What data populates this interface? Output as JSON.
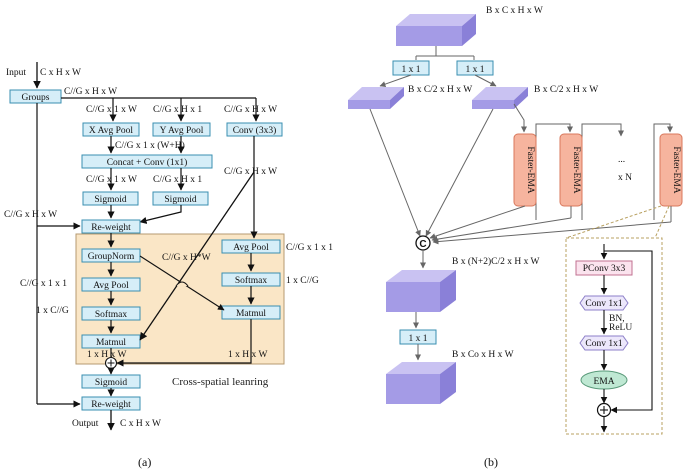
{
  "panel_a": {
    "caption": "(a)",
    "input_label": "Input",
    "input_dims": "C x H x W",
    "groups": "Groups",
    "groups_dims": "C//G x H x W",
    "x_pool_dims": "C//G x 1 x W",
    "y_pool_dims": "C//G x H x 1",
    "conv_dims": "C//G x H x W",
    "x_avg_pool": "X Avg Pool",
    "y_avg_pool": "Y Avg Pool",
    "conv3x3": "Conv (3x3)",
    "concat_dims": "C//G x 1 x (W+H)",
    "concat_conv": "Concat + Conv (1x1)",
    "sig_left_dims": "C//G x 1 x W",
    "sig_right_dims": "C//G x H x 1",
    "conv_out_dims": "C//G x H x W",
    "sigmoid": "Sigmoid",
    "reweight_in_dims": "C//G x H x W",
    "reweight": "Re-weight",
    "groupnorm": "GroupNorm",
    "gn_dims": "C//G x H*W",
    "avg_pool": "Avg Pool",
    "softmax": "Softmax",
    "matmul": "Matmul",
    "right_pool_dims": "C//G x 1 x 1",
    "right_softmax_dims": "1 x C//G",
    "left_pool_dims": "C//G x 1 x 1",
    "left_softmax_dims": "1 x C//G",
    "matmul_left_dims": "1 x H x W",
    "matmul_right_dims": "1 x H x W",
    "cross_spatial": "Cross-spatial leanring",
    "output_label": "Output",
    "output_dims": "C x H x W"
  },
  "panel_b": {
    "caption": "(b)",
    "top_dims": "B x C x H x W",
    "conv1x1": "1 x 1",
    "branch_dims": "B x C/2 x H x W",
    "faster_ema": "Faster-EMA",
    "dots": "...",
    "xn": "x N",
    "concat_symbol": "C",
    "concat_dims": "B x (N+2)C/2 x H x W",
    "out_dims": "B x Co x H x W",
    "pconv": "PConv 3x3",
    "conv1x1_small": "Conv 1x1",
    "bn": "BN,",
    "relu": "ReLU",
    "ema": "EMA",
    "plus": "+"
  },
  "colors": {
    "box_fill": "#d6eef8",
    "box_stroke": "#3a8fb0",
    "cross_bg": "#fae6c6",
    "block_top": "#c9c2f2",
    "block_front": "#a49be6",
    "block_side": "#8a80d8",
    "faster_ema_fill": "#f6b49e",
    "faster_ema_stroke": "#d9785c",
    "pconv_fill": "#fbe3ee",
    "conv_hex_fill": "#ece7fb",
    "ema_fill": "#bfe8d3"
  }
}
